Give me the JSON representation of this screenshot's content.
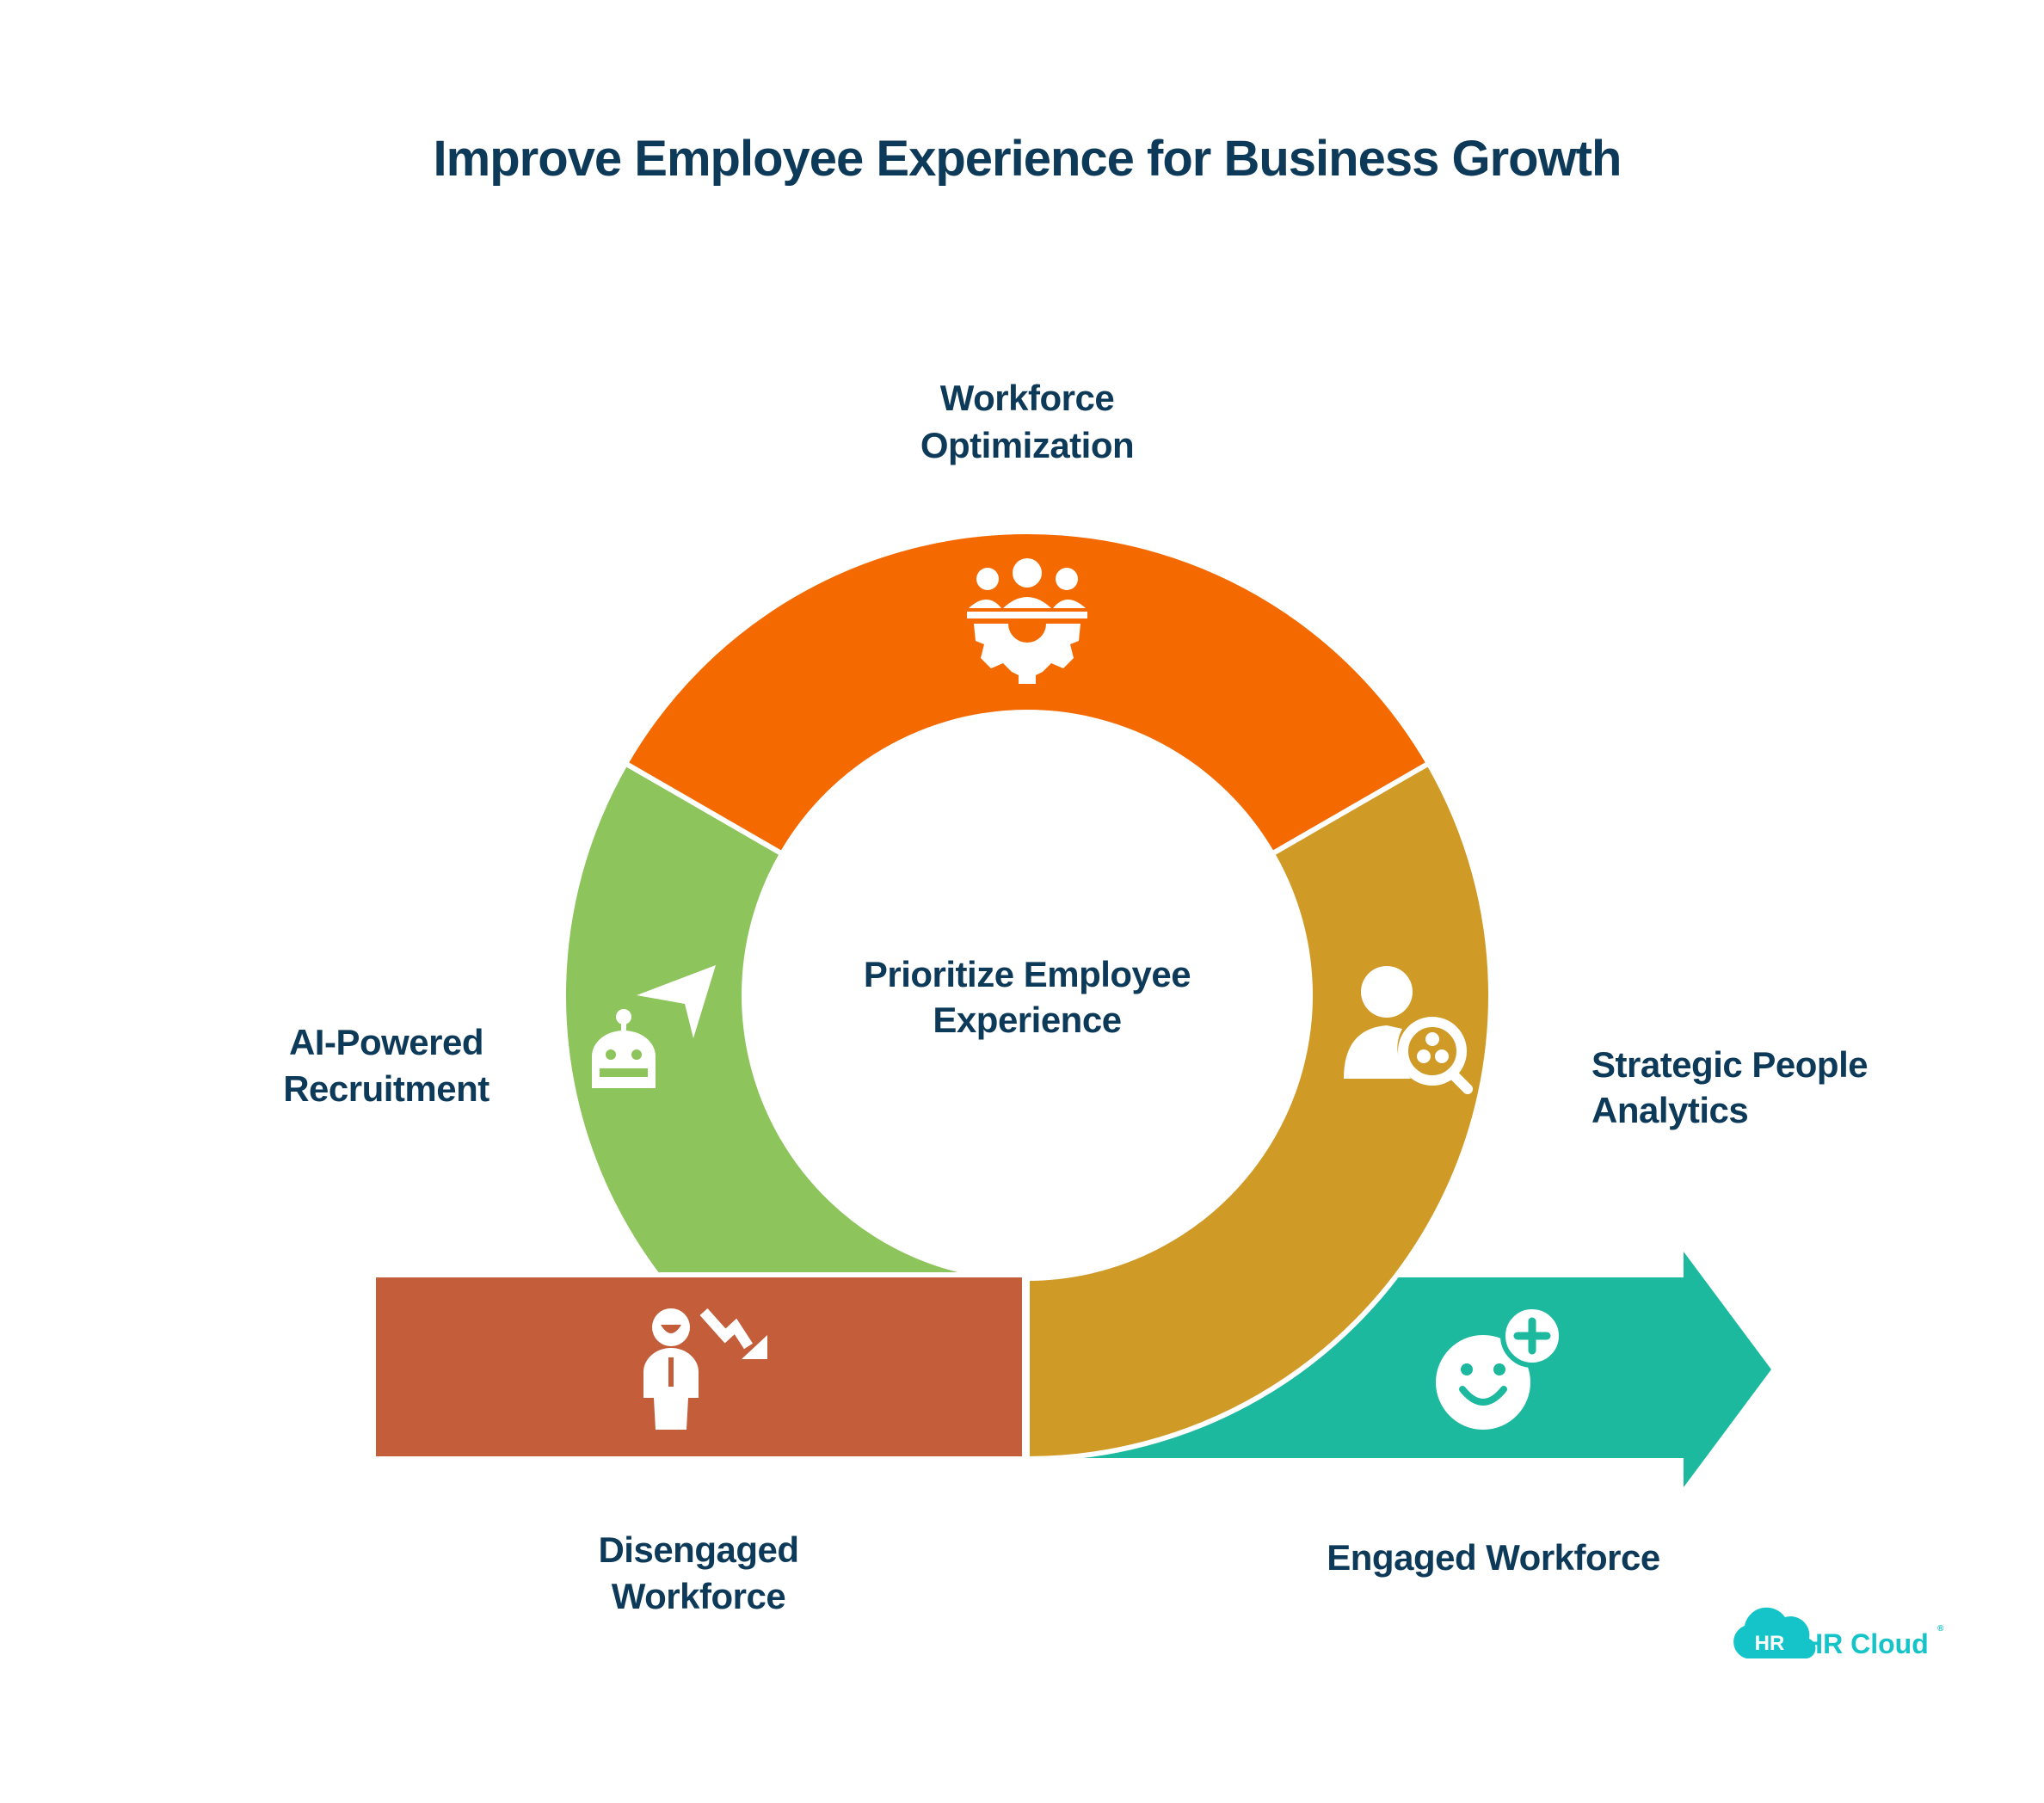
{
  "title": "Improve Employee Experience for Business Growth",
  "center": {
    "line1": "Prioritize Employee",
    "line2": "Experience"
  },
  "segments": [
    {
      "id": "workforce-optimization",
      "line1": "Workforce",
      "line2": "Optimization",
      "color": "#F46A00",
      "icon": "people-gear-icon"
    },
    {
      "id": "ai-powered-recruitment",
      "line1": "AI-Powered",
      "line2": "Recruitment",
      "color": "#8DC45C",
      "icon": "robot-send-icon"
    },
    {
      "id": "strategic-people-analytics",
      "line1": "Strategic People",
      "line2": "Analytics",
      "color": "#CF9A26",
      "icon": "person-magnifier-icon"
    }
  ],
  "start": {
    "line1": "Disengaged",
    "line2": "Workforce",
    "color": "#C45E3A",
    "icon": "person-trend-down-icon"
  },
  "end": {
    "label": "Engaged Workforce",
    "color": "#1CB99E",
    "icon": "smiley-plus-icon"
  },
  "logo": {
    "badge": "HR",
    "text": "HR Cloud",
    "mark": "®",
    "color": "#14C4C8"
  }
}
